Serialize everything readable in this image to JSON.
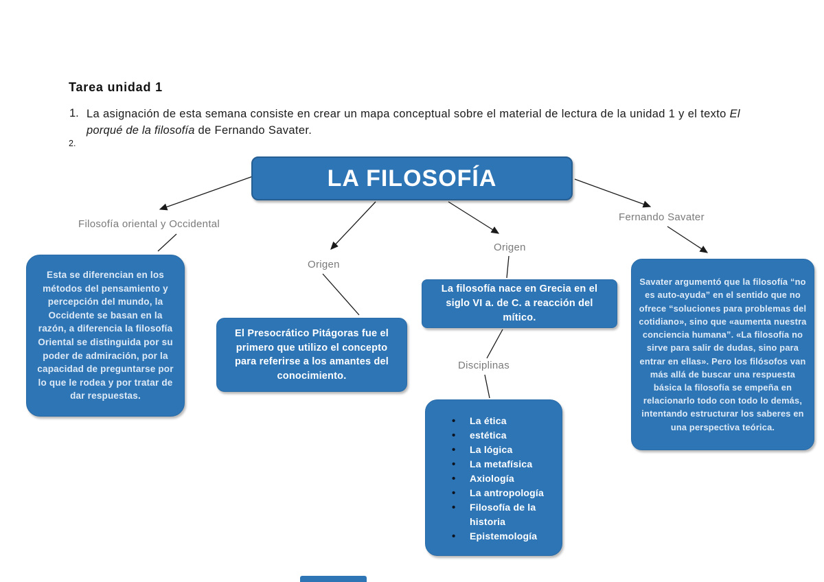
{
  "document": {
    "heading": "Tarea unidad 1",
    "item1": {
      "number": "1.",
      "text_start": "La asignación de esta semana consiste en crear un mapa conceptual sobre el material de lectura de la unidad 1 y el texto ",
      "text_italic": "El porqué de la filosofía",
      "text_end": " de Fernando Savater."
    },
    "item2": {
      "number": "2."
    }
  },
  "colors": {
    "box_fill": "#2E75B6",
    "box_border": "#255E93",
    "box_text_light": "#DEEAF6",
    "box_text_white": "#FFFFFF",
    "label_gray": "#7A7A7A",
    "connector_black": "#1A1A1A"
  },
  "concept_map": {
    "title": "LA FILOSOFÍA",
    "labels": {
      "oriental": "Filosofía oriental y Occidental",
      "origen_pitagoras": "Origen",
      "origen_grecia": "Origen",
      "disciplinas": "Disciplinas",
      "savater": "Fernando Savater"
    },
    "boxes": {
      "oriental": {
        "text": "Esta se diferencian en los métodos del pensamiento y percepción del mundo, la Occidente se basan en la razón, a diferencia la filosofía Oriental se distinguida por su poder de admiración, por la capacidad de preguntarse por lo que le rodea y por tratar de dar respuestas."
      },
      "pitagoras": {
        "text": "El Presocrático Pitágoras fue el primero que utilizo el concepto para referirse a los amantes del conocimiento."
      },
      "grecia": {
        "text": "La filosofía nace en Grecia en el siglo VI a. de C. a reacción del mítico."
      },
      "disciplinas": {
        "items": [
          "La ética",
          "estética",
          "La lógica",
          "La metafísica",
          "Axiología",
          "La antropología",
          "Filosofía de la historia",
          "Epistemología"
        ]
      },
      "savater": {
        "text": "Savater argumentó que la filosofía “no es auto-ayuda” en el sentido que no ofrece “soluciones para problemas del cotidiano», sino que «aumenta nuestra conciencia humana”. «La filosofía no sirve para salir de dudas, sino para entrar en ellas». Pero los filósofos van más allá de buscar una respuesta básica la filosofía se empeña en relacionarlo todo con todo lo demás, intentando estructurar los saberes en una perspectiva teórica."
      }
    }
  }
}
